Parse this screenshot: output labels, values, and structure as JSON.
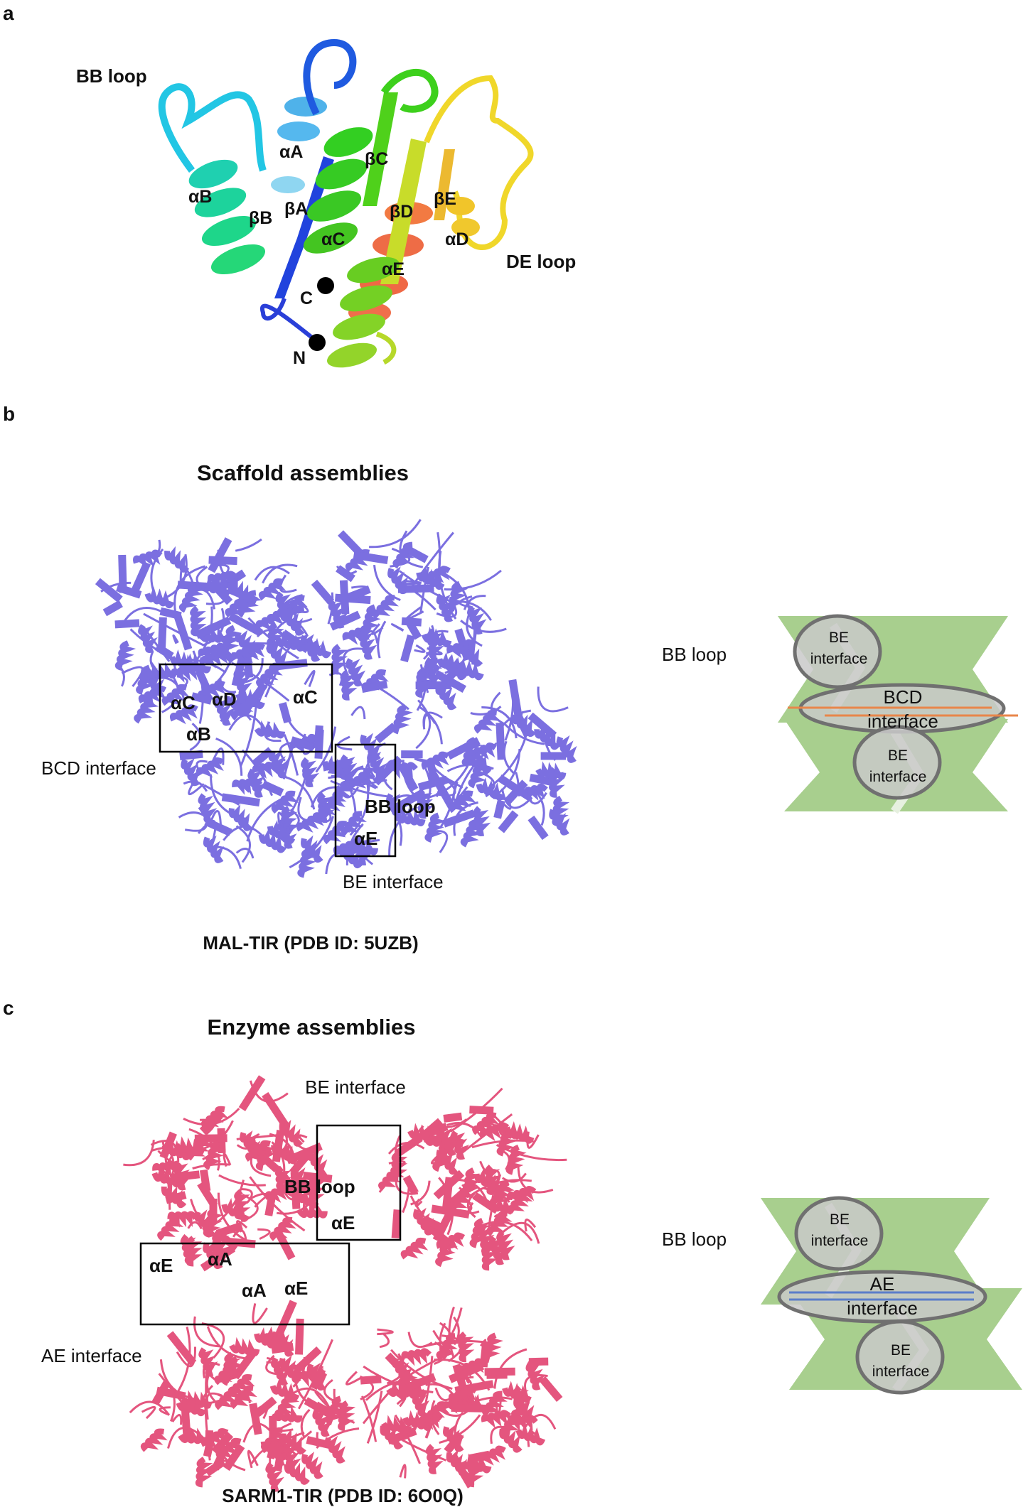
{
  "panels": {
    "a": {
      "letter": "a",
      "labels": {
        "bb_loop": "BB loop",
        "de_loop": "DE loop",
        "alpha_a": "αA",
        "alpha_b": "αB",
        "alpha_c": "αC",
        "alpha_d": "αD",
        "alpha_e": "αE",
        "beta_a": "βA",
        "beta_b": "βB",
        "beta_c": "βC",
        "beta_d": "βD",
        "beta_e": "βE",
        "n_term": "N",
        "c_term": "C"
      }
    },
    "b": {
      "letter": "b",
      "title": "Scaffold assemblies",
      "labels": {
        "alpha_c_left": "αC",
        "alpha_d": "αD",
        "alpha_c_right": "αC",
        "alpha_b": "αB",
        "bb_loop": "BB loop",
        "alpha_e": "αE",
        "bcd_interface": "BCD interface",
        "be_interface": "BE interface"
      },
      "caption": "MAL-TIR (PDB ID: 5UZB)",
      "schematic": {
        "bb_loop": "BB loop",
        "be_top_1": "BE",
        "be_top_2": "interface",
        "center_1": "BCD",
        "center_2": "interface",
        "be_bottom_1": "BE",
        "be_bottom_2": "interface"
      }
    },
    "c": {
      "letter": "c",
      "title": "Enzyme assemblies",
      "labels": {
        "be_interface": "BE interface",
        "bb_loop": "BB loop",
        "alpha_e_top": "αE",
        "alpha_e_left": "αE",
        "alpha_a_top": "αA",
        "alpha_a_low": "αA",
        "alpha_e_right": "αE",
        "ae_interface": "AE interface"
      },
      "caption": "SARM1-TIR (PDB ID: 6O0Q)",
      "schematic": {
        "bb_loop": "BB loop",
        "be_top_1": "BE",
        "be_top_2": "interface",
        "center_1": "AE",
        "center_2": "interface",
        "be_bottom_1": "BE",
        "be_bottom_2": "interface"
      }
    }
  },
  "colors": {
    "scaffold_protein": "#7b6fe0",
    "enzyme_protein": "#e4557e",
    "schematic_fill": "#a8cf8e",
    "oval_fill": "#c9c9c9",
    "oval_stroke": "#707070",
    "bcd_line": "#e8864a",
    "ae_line": "#5b7ec9"
  }
}
